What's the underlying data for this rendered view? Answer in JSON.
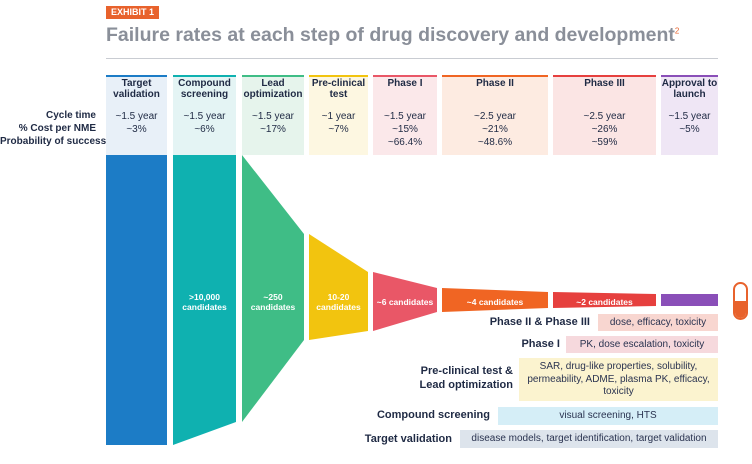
{
  "exhibit": "EXHIBIT 1",
  "title": "Failure rates at each step of drug discovery and development",
  "title_note": "2",
  "row_labels": [
    "Cycle time",
    "% Cost per NME",
    "Probability of success"
  ],
  "stages": [
    {
      "name": "Target validation",
      "cycle": "~1.5 year",
      "cost": "~3%",
      "prob": "",
      "candidates": "",
      "color": "#1c7cc6"
    },
    {
      "name": "Compound screening",
      "cycle": "~1.5 year",
      "cost": "~6%",
      "prob": "",
      "candidates": ">10,000 candidates",
      "color": "#0fb1b0"
    },
    {
      "name": "Lead optimization",
      "cycle": "~1.5 year",
      "cost": "~17%",
      "prob": "",
      "candidates": "~250 candidates",
      "color": "#3fbd86"
    },
    {
      "name": "Pre-clinical test",
      "cycle": "~1 year",
      "cost": "~7%",
      "prob": "",
      "candidates": "10-20 candidates",
      "color": "#f2c40f"
    },
    {
      "name": "Phase I",
      "cycle": "~1.5 year",
      "cost": "~15%",
      "prob": "~66.4%",
      "candidates": "~6 candidates",
      "color": "#e95767"
    },
    {
      "name": "Phase II",
      "cycle": "~2.5 year",
      "cost": "~21%",
      "prob": "~48.6%",
      "candidates": "~4 candidates",
      "color": "#f06523"
    },
    {
      "name": "Phase III",
      "cycle": "~2.5 year",
      "cost": "~26%",
      "prob": "~59%",
      "candidates": "~2 candidates",
      "color": "#e6403e"
    },
    {
      "name": "Approval to launch",
      "cycle": "~1.5 year",
      "cost": "~5%",
      "prob": "",
      "candidates": "",
      "color": "#8a4fb8"
    }
  ],
  "failure_reasons": [
    {
      "label": "Phase II & Phase III",
      "reasons": "dose, efficacy, toxicity",
      "color": "#f8d6d0"
    },
    {
      "label": "Phase I",
      "reasons": "PK, dose escalation, toxicity",
      "color": "#f6d9dd"
    },
    {
      "label": "Pre-clinical test & Lead optimization",
      "reasons": "SAR, drug-like properties, solubility, permeability, ADME, plasma PK, efficacy, toxicity",
      "color": "#fbf3cf"
    },
    {
      "label": "Compound screening",
      "reasons": "visual screening, HTS",
      "color": "#d5eef7"
    },
    {
      "label": "Target validation",
      "reasons": "disease models, target identification, target validation",
      "color": "#dde4ec"
    }
  ]
}
